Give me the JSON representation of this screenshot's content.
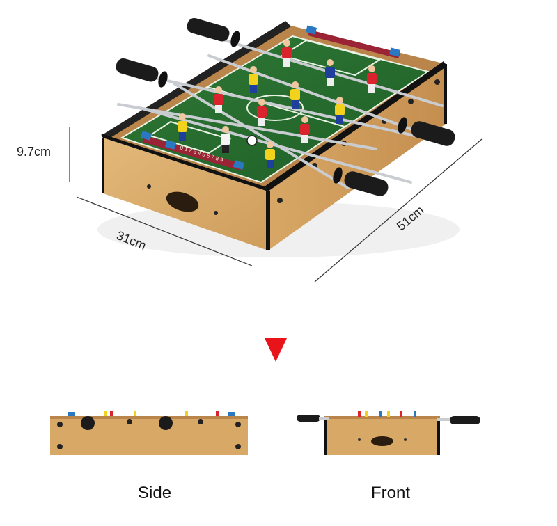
{
  "dimensions": {
    "height": "9.7cm",
    "width": "31cm",
    "length": "51cm"
  },
  "score_strip_numbers": "0 1 2 3 4 5 6 7 8 9",
  "indicator_color": "#e8141a",
  "views": {
    "side_label": "Side",
    "front_label": "Front"
  }
}
